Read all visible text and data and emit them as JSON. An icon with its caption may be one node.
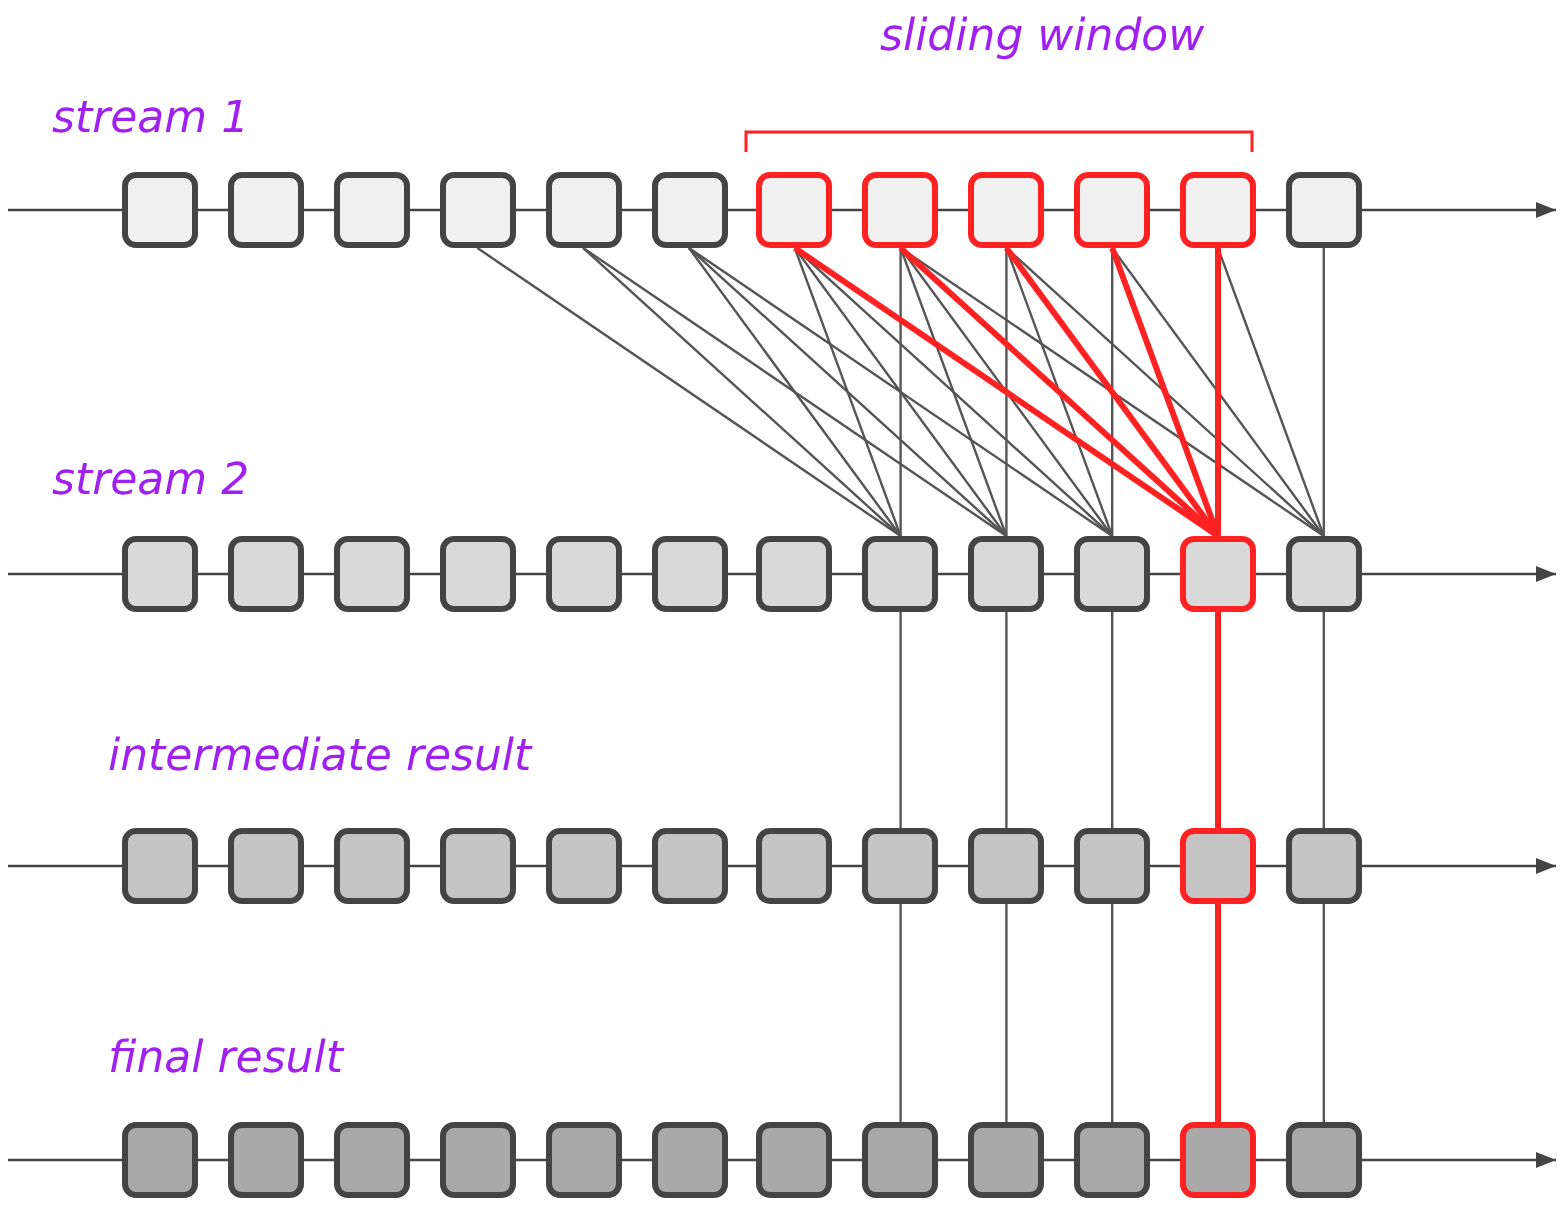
{
  "diagram": {
    "nodes": [
      {
        "text": [],
        "shape": "box"
      },
      {
        "text": [],
        "shape": "box"
      },
      {
        "text": [],
        "shape": "box"
      },
      {
        "text": [],
        "shape": "box"
      },
      {
        "text": [],
        "shape": "box"
      },
      {
        "text": [],
        "shape": "box"
      },
      {
        "text": [],
        "shape": "box"
      },
      {
        "text": [],
        "shape": "box"
      },
      {
        "text": [],
        "shape": "box"
      },
      {
        "text": [],
        "shape": "box"
      },
      {
        "text": [],
        "shape": "box"
      },
      {
        "text": [],
        "shape": "box"
      },
      {
        "text": [],
        "shape": "box"
      },
      {
        "text": [],
        "shape": "box"
      },
      {
        "text": [],
        "shape": "box"
      },
      {
        "text": [],
        "shape": "box"
      },
      {
        "text": [],
        "shape": "box"
      },
      {
        "text": [],
        "shape": "box"
      },
      {
        "text": [],
        "shape": "box"
      },
      {
        "text": [],
        "shape": "box"
      },
      {
        "text": [],
        "shape": "box"
      },
      {
        "text": [],
        "shape": "box"
      },
      {
        "text": [],
        "shape": "box"
      },
      {
        "text": [],
        "shape": "box"
      },
      {
        "text": [],
        "shape": "box"
      },
      {
        "text": [],
        "shape": "box"
      },
      {
        "text": [],
        "shape": "box"
      },
      {
        "text": [],
        "shape": "box"
      },
      {
        "text": [],
        "shape": "box"
      },
      {
        "text": [],
        "shape": "box"
      },
      {
        "text": [],
        "shape": "box"
      },
      {
        "text": [],
        "shape": "box"
      },
      {
        "text": [],
        "shape": "box"
      },
      {
        "text": [],
        "shape": "box"
      },
      {
        "text": [],
        "shape": "box"
      },
      {
        "text": [],
        "shape": "box"
      },
      {
        "text": [],
        "shape": "box"
      },
      {
        "text": [],
        "shape": "box"
      },
      {
        "text": [],
        "shape": "box"
      },
      {
        "text": [],
        "shape": "box"
      },
      {
        "text": [],
        "shape": "box"
      },
      {
        "text": [],
        "shape": "box"
      },
      {
        "text": [],
        "shape": "box"
      },
      {
        "text": [],
        "shape": "box"
      },
      {
        "text": [],
        "shape": "box"
      },
      {
        "text": [],
        "shape": "box"
      },
      {
        "text": [],
        "shape": "box"
      },
      {
        "text": [],
        "shape": "box"
      }
    ],
    "edges": [
      {
        "from": 3,
        "to": 19,
        "arrow": "none"
      },
      {
        "from": 4,
        "to": 19,
        "arrow": "none"
      },
      {
        "from": 5,
        "to": 19,
        "arrow": "none"
      },
      {
        "from": 6,
        "to": 19,
        "arrow": "none"
      },
      {
        "from": 7,
        "to": 19,
        "arrow": "none"
      },
      {
        "from": 4,
        "to": 20,
        "arrow": "none"
      },
      {
        "from": 5,
        "to": 20,
        "arrow": "none"
      },
      {
        "from": 6,
        "to": 20,
        "arrow": "none"
      },
      {
        "from": 7,
        "to": 20,
        "arrow": "none"
      },
      {
        "from": 8,
        "to": 20,
        "arrow": "none"
      },
      {
        "from": 5,
        "to": 21,
        "arrow": "none"
      },
      {
        "from": 6,
        "to": 21,
        "arrow": "none"
      },
      {
        "from": 7,
        "to": 21,
        "arrow": "none"
      },
      {
        "from": 8,
        "to": 21,
        "arrow": "none"
      },
      {
        "from": 9,
        "to": 21,
        "arrow": "none"
      },
      {
        "from": 6,
        "to": 22,
        "arrow": "none",
        "style": "thick",
        "color": "#ff2222"
      },
      {
        "from": 7,
        "to": 22,
        "arrow": "none",
        "style": "thick",
        "color": "#ff2222"
      },
      {
        "from": 8,
        "to": 22,
        "arrow": "none",
        "style": "thick",
        "color": "#ff2222"
      },
      {
        "from": 9,
        "to": 22,
        "arrow": "none",
        "style": "thick",
        "color": "#ff2222"
      },
      {
        "from": 10,
        "to": 22,
        "arrow": "none",
        "style": "thick",
        "color": "#ff2222"
      },
      {
        "from": 7,
        "to": 23,
        "arrow": "none"
      },
      {
        "from": 8,
        "to": 23,
        "arrow": "none"
      },
      {
        "from": 9,
        "to": 23,
        "arrow": "none"
      },
      {
        "from": 10,
        "to": 23,
        "arrow": "none"
      },
      {
        "from": 11,
        "to": 23,
        "arrow": "none"
      },
      {
        "from": 19,
        "to": 31,
        "arrow": "none"
      },
      {
        "from": 20,
        "to": 32,
        "arrow": "none"
      },
      {
        "from": 21,
        "to": 33,
        "arrow": "none"
      },
      {
        "from": 22,
        "to": 34,
        "arrow": "none",
        "style": "thick",
        "color": "#ff2222"
      },
      {
        "from": 23,
        "to": 35,
        "arrow": "none"
      },
      {
        "from": 31,
        "to": 43,
        "arrow": "none"
      },
      {
        "from": 32,
        "to": 44,
        "arrow": "none"
      },
      {
        "from": 33,
        "to": 45,
        "arrow": "none"
      },
      {
        "from": 34,
        "to": 46,
        "arrow": "none",
        "style": "thick",
        "color": "#ff2222"
      },
      {
        "from": 35,
        "to": 47,
        "arrow": "none"
      }
    ],
    "labels": [
      "sliding window",
      "stream 1",
      "stream 2",
      "intermediate result",
      "final result"
    ]
  }
}
